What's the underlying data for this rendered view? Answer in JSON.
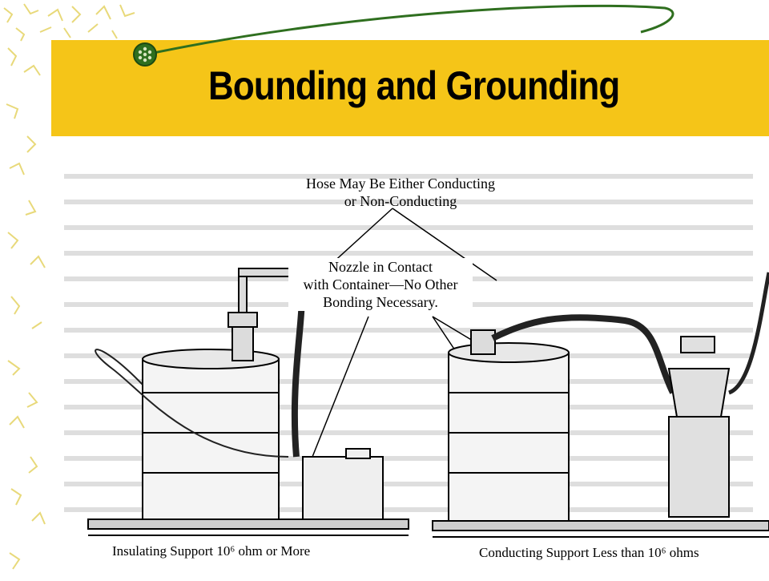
{
  "slide": {
    "title": "Bounding and Grounding"
  },
  "figure": {
    "callout_hose_line1": "Hose May Be Either Conducting",
    "callout_hose_line2": "or Non-Conducting",
    "callout_nozzle_line1": "Nozzle in Contact",
    "callout_nozzle_line2": "with Container—No Other",
    "callout_nozzle_line3": "Bonding Necessary.",
    "caption_left": "Insulating Support 10⁶ ohm or More",
    "caption_right": "Conducting Support Less than 10⁶ ohms"
  },
  "colors": {
    "title_band": "#f5c518",
    "accent_green": "#2f6f1f",
    "pattern_yellow": "#efe28a"
  }
}
